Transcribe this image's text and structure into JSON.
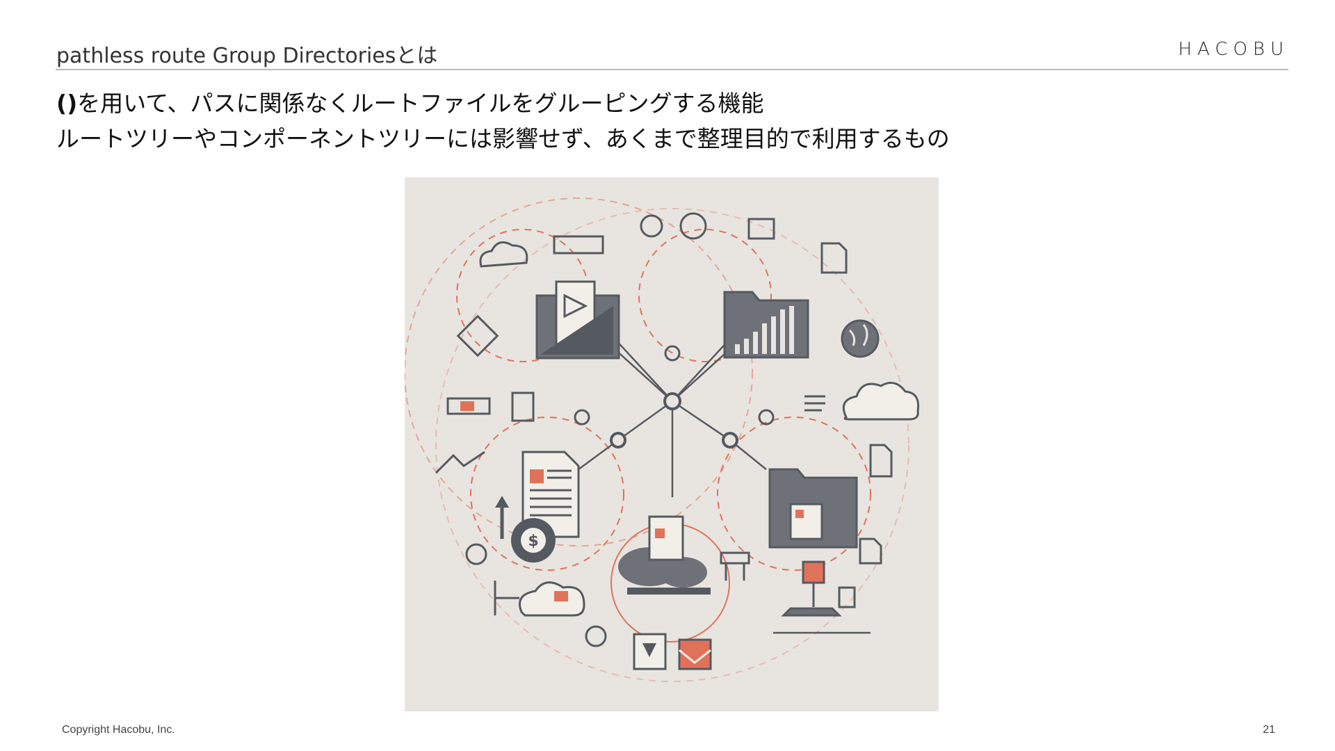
{
  "header": {
    "title": "pathless route Group Directoriesとは",
    "logo": "HACOBU"
  },
  "body": {
    "line1_strong": "()",
    "line1_rest": "を用いて、パスに関係なくルートファイルをグルーピングする機能",
    "line2": "ルートツリーやコンポーネントツリーには影響せず、あくまで整理目的で利用するもの"
  },
  "illustration": {
    "colors": {
      "background": "#e8e5e0",
      "line": "#555a60",
      "accent": "#e0725a",
      "fill": "#6e7178"
    },
    "dollar": "$"
  },
  "footer": {
    "copyright": "Copyright Hacobu, Inc.",
    "page_number": "21"
  }
}
